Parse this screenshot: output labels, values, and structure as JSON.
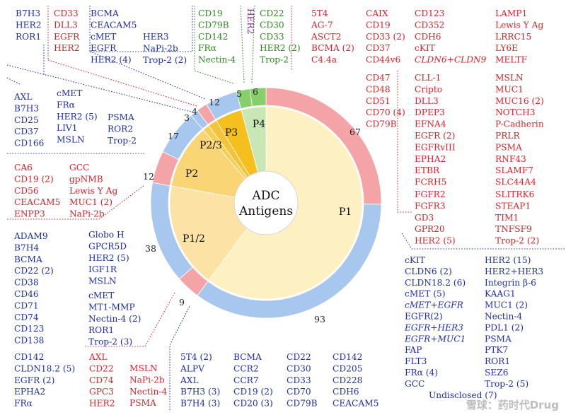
{
  "center": {
    "line1": "ADC",
    "line2": "Antigens"
  },
  "phases": {
    "p1": "P1",
    "p1_2": "P1/2",
    "p2": "P2",
    "p2_3": "P2/3",
    "p3": "P3",
    "p4": "P4"
  },
  "ring_counts": {
    "red67": "67",
    "blue93": "93",
    "red9": "9",
    "blue38": "38",
    "red12": "12",
    "blue17": "17",
    "blue3": "3",
    "red4": "4",
    "blue12": "12",
    "green5": "5",
    "green6": "6"
  },
  "colors": {
    "red": "#d8232a",
    "blue": "#1f2fa8",
    "green": "#2c8a1c",
    "purple": "#7a2d8c"
  },
  "watermark": "雪球：药时代Drug",
  "groups": {
    "g_top_blue1": [
      "B7H3",
      "HER2",
      "ROR1"
    ],
    "g_top_red1": [
      "CD33",
      "DLL3",
      "EGFR",
      "HER2"
    ],
    "g_top_blue2a": [
      "BCMA",
      "CEACAM5",
      "cMET",
      "EGFR",
      "HER2 (4)"
    ],
    "g_top_blue2b": [
      "HER3",
      "NaPi-2b",
      "Trop-2 (2)"
    ],
    "g_top_green1": [
      "CD19",
      "CD79B",
      "CD142",
      "FRα",
      "Nectin-4"
    ],
    "g_top_purple": "HER2",
    "g_top_green2": [
      "CD22",
      "CD30",
      "CD33",
      "HER2 (2)",
      "Trop-2"
    ],
    "g_top_red2": [
      "5T4",
      "AG-7",
      "ASCT2",
      "BCMA (2)",
      "C4.4a"
    ],
    "g_top_red3": [
      "CAIX",
      "CD19",
      "CD33 (2)",
      "CD37",
      "CD44v6"
    ],
    "g_top_red4": [
      "CD123",
      "CD352",
      "CDH6",
      "cKIT",
      "CLDN6+CLDN9"
    ],
    "g_top_red5": [
      "LAMP1",
      "Lewis Y Ag",
      "LRRC15",
      "LY6E",
      "MELTF"
    ],
    "g_r1a": [
      "CD47",
      "CD48",
      "CD51",
      "CD70 (4)",
      "CD79B"
    ],
    "g_r1b": [
      "CLL-1",
      "Cripto",
      "DLL3",
      "DPEP3",
      "EFNA4"
    ],
    "g_r1c": [
      "MSLN",
      "MUC1",
      "MUC16 (2)",
      "NOTCH3",
      "P-Cadherin"
    ],
    "g_r2a": [
      "EGFR (2)",
      "EGFRvIII",
      "EPHA2",
      "ETBR",
      "FCRH5"
    ],
    "g_r2b": [
      "PRLR",
      "PSMA",
      "RNF43",
      "SLAMF7",
      "SLC44A4"
    ],
    "g_r3a": [
      "FGFR2",
      "FGFR3",
      "GD3",
      "GPR20",
      "HER2 (5)"
    ],
    "g_r3b": [
      "SLITRK6",
      "STEAP1",
      "TIM1",
      "TNFSF9",
      "Trop-2 (2)"
    ],
    "g_br_a": [
      "cKIT",
      "CLDN6 (2)",
      "CLDN18.2 (6)",
      "cMET (5)",
      "cMET+EGFR",
      "EGFR(2)",
      "EGFR+HER3",
      "EGFR+MUC1",
      "FAP",
      "FLT3",
      "FRα (4)",
      "GCC"
    ],
    "g_br_b": [
      "HER2 (15)",
      "HER2+HER3",
      "Integrin β-6",
      "KAAG1",
      "MUC1 (2)",
      "Nectin-4",
      "PDL1 (2)",
      "PSMA",
      "PTK7",
      "ROR1",
      "SEZ6",
      "Trop-2 (5)"
    ],
    "g_br_last": "Undisclosed (7)",
    "g_l1a": [
      "AXL",
      "B7H3",
      "CD25",
      "CD37",
      "CD166"
    ],
    "g_l1b": [
      "cMET",
      "FRα",
      "HER2 (5)",
      "LIV1",
      "MSLN"
    ],
    "g_l1c": [
      "PSMA",
      "ROR2",
      "Trop-2"
    ],
    "g_l2a": [
      "CA6",
      "CD19 (2)",
      "CD56",
      "CEACAM5",
      "ENPP3"
    ],
    "g_l2b": [
      "GCC",
      "gpNMB",
      "Lewis Y Ag",
      "MUC1 (2)",
      "NaPi-2b"
    ],
    "g_l3a": [
      "ADAM9",
      "B7H4",
      "BCMA",
      "CD22 (2)",
      "CD38",
      "CD46",
      "CD71",
      "CD74",
      "CD123",
      "CD138"
    ],
    "g_l3b": [
      "Globo H",
      "GPCR5D",
      "HER2 (5)",
      "IGF1R",
      "MSLN"
    ],
    "g_l3c": [
      "cMET",
      "MT1-MMP",
      "Nectin-4 (2)",
      "ROR1",
      "Trop-2 (3)"
    ],
    "g_bl_a": [
      "CD142",
      "CLDN18.2 (5)",
      "EGFR (2)",
      "EPHA2",
      "FRα"
    ],
    "g_bl_red1": [
      "AXL",
      "CD22",
      "CD74",
      "GPC3",
      "HER2"
    ],
    "g_bl_red2": [
      "MSLN",
      "NaPi-2b",
      "Nectin-4",
      "PSMA"
    ],
    "g_b1": [
      "5T4 (2)",
      "ALPV",
      "AXL",
      "B7H3 (3)",
      "B7H4 (3)"
    ],
    "g_b2": [
      "BCMA",
      "CCR2",
      "CCR7",
      "CD19 (2)",
      "CD20 (3)"
    ],
    "g_b3": [
      "CD22",
      "CD30",
      "CD33",
      "CD70",
      "CD79B"
    ],
    "g_b4": [
      "CD142",
      "CD205",
      "CD228",
      "CDH6",
      "CEACAM5"
    ]
  }
}
